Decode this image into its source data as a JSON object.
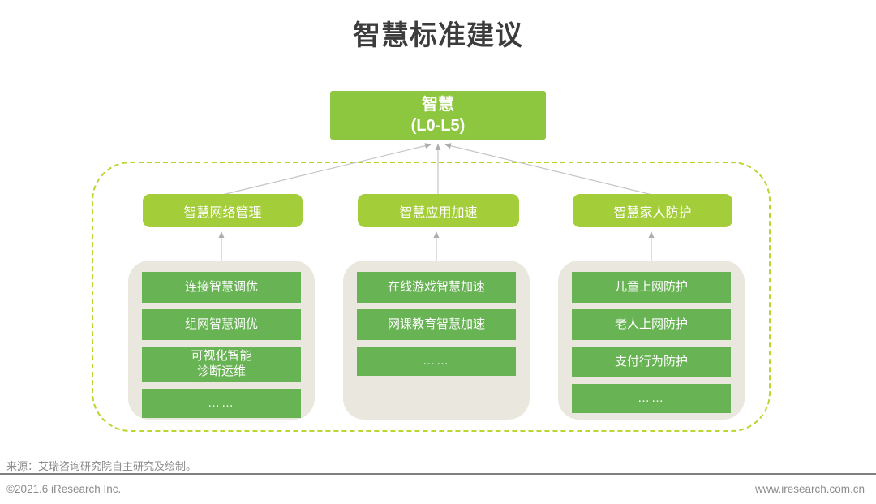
{
  "title": "智慧标准建议",
  "colors": {
    "root_green": "#8dc63f",
    "branch_green": "#a4cd3a",
    "item_green": "#68b354",
    "panel_gray": "#e9e7de",
    "dashed_border": "#bed430",
    "connector_gray": "#c4c4c4",
    "title_text": "#3c3c3c",
    "footer_text": "#8c8c8c"
  },
  "tree": {
    "root": {
      "label": "智慧\n(L0-L5)"
    },
    "branches": [
      {
        "label": "智慧网络管理",
        "items": [
          "连接智慧调优",
          "组网智慧调优",
          "可视化智能\n诊断运维",
          "……"
        ]
      },
      {
        "label": "智慧应用加速",
        "items": [
          "在线游戏智慧加速",
          "网课教育智慧加速",
          "……"
        ]
      },
      {
        "label": "智慧家人防护",
        "items": [
          "儿童上网防护",
          "老人上网防护",
          "支付行为防护",
          "……"
        ]
      }
    ]
  },
  "source_note": "来源：艾瑞咨询研究院自主研究及绘制。",
  "footer": {
    "copyright": "©2021.6 iResearch Inc.",
    "website": "www.iresearch.com.cn"
  }
}
